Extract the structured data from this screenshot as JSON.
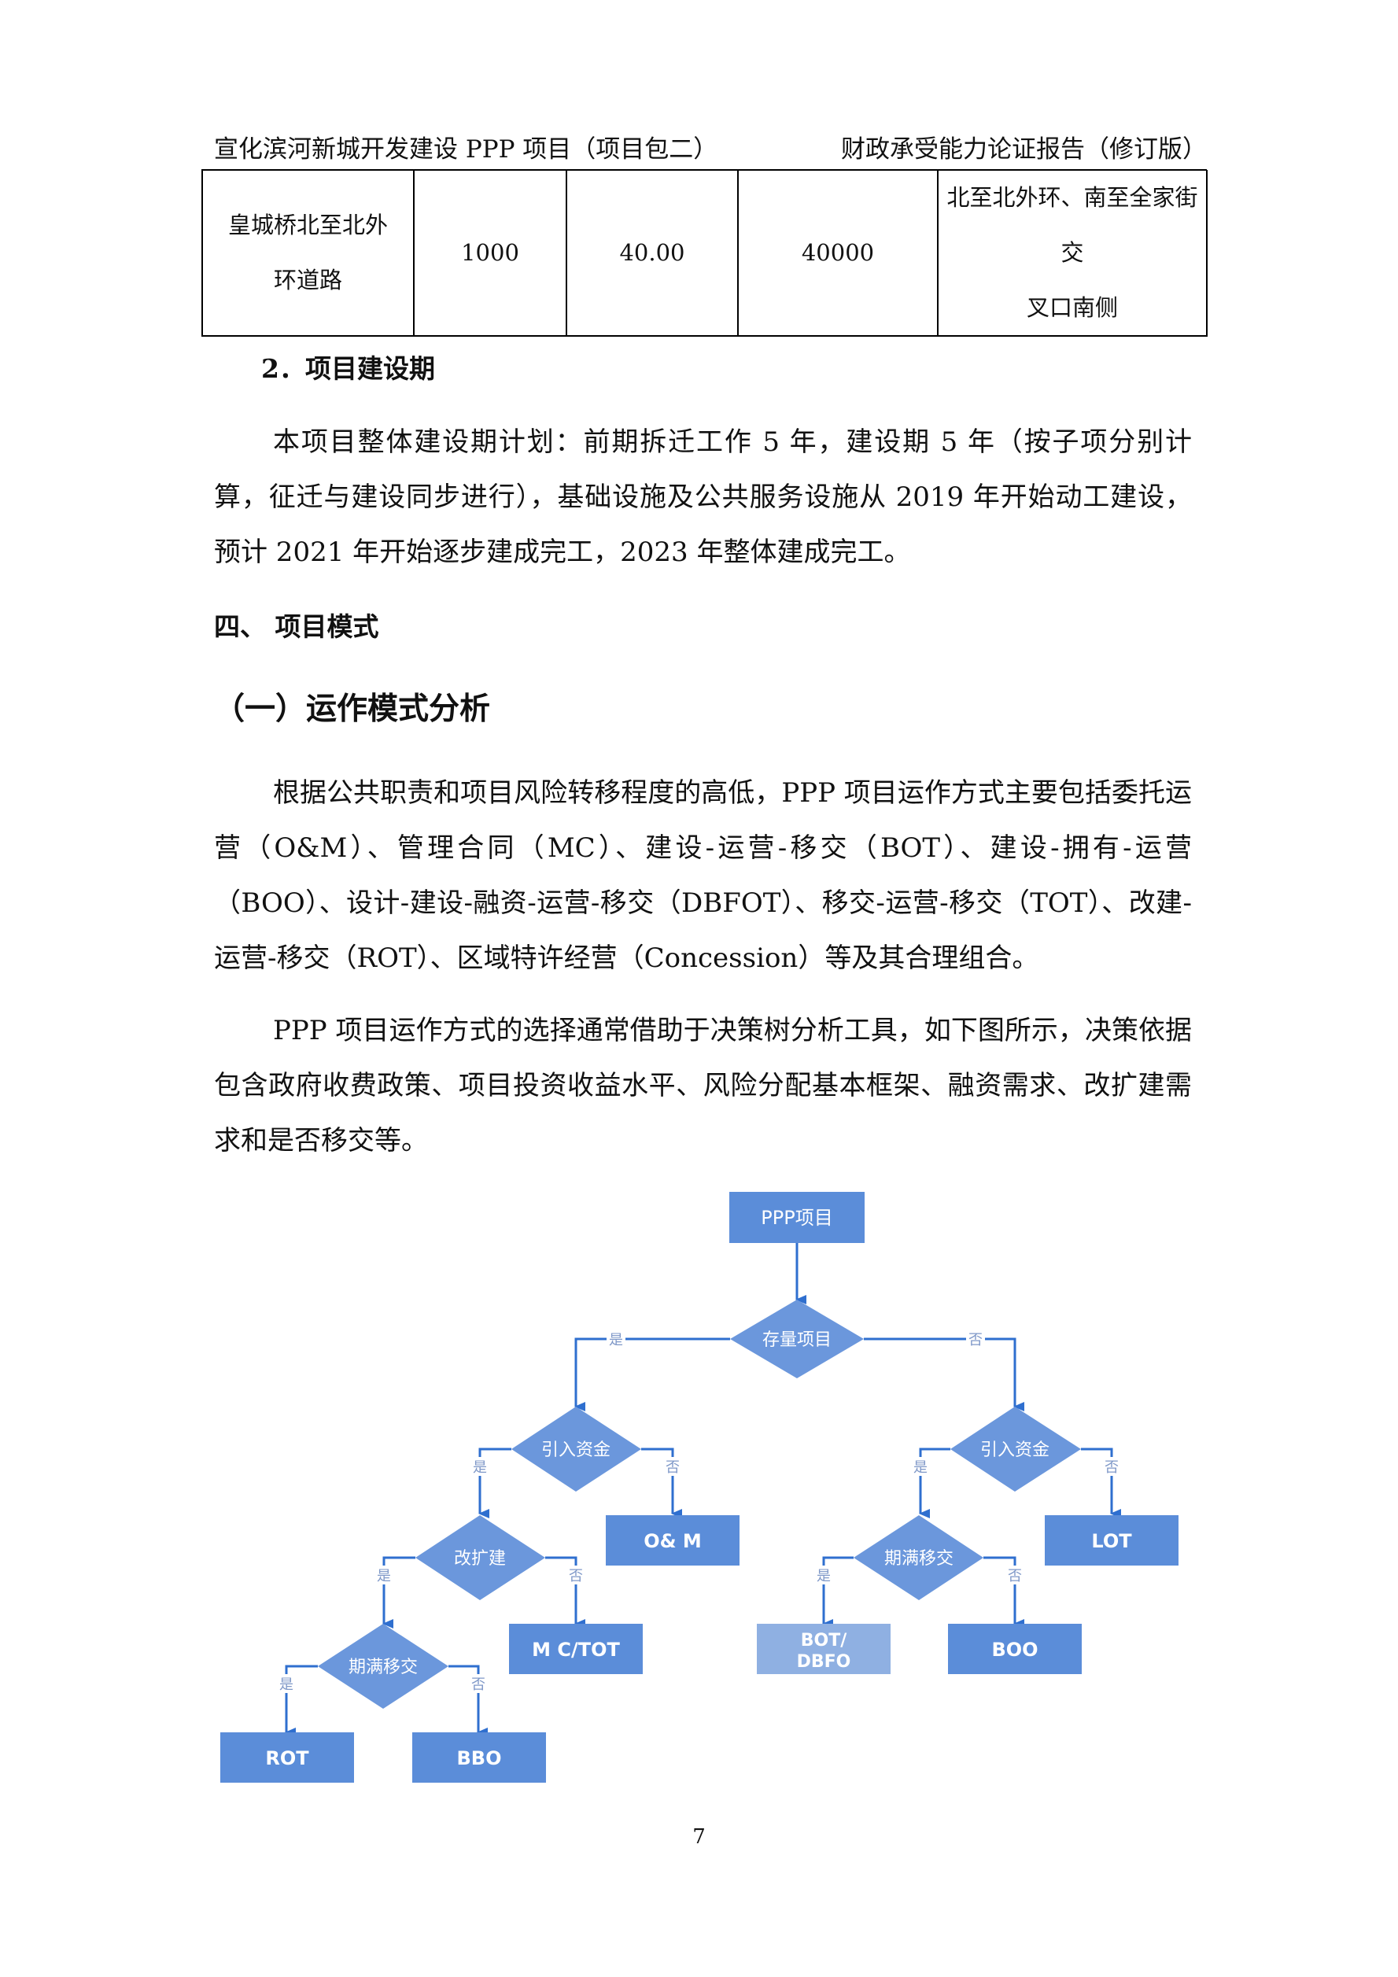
{
  "header": {
    "left": "宣化滨河新城开发建设 PPP 项目（项目包二）",
    "right": "财政承受能力论证报告（修订版）"
  },
  "table_row": {
    "name_line1": "皇城桥北至北外",
    "name_line2": "环道路",
    "col2": "1000",
    "col3": "40.00",
    "col4": "40000",
    "remark_line1": "北至北外环、南至全家街交",
    "remark_line2": "叉口南侧"
  },
  "section_2": {
    "heading": "2．项目建设期",
    "paragraph": "本项目整体建设期计划：前期拆迁工作 5 年，建设期 5 年（按子项分别计算，征迁与建设同步进行），基础设施及公共服务设施从 2019 年开始动工建设，预计 2021 年开始逐步建成完工，2023 年整体建成完工。"
  },
  "section_4": {
    "heading": "四、  项目模式",
    "sub_heading": "（一）运作模式分析",
    "paragraph1": "根据公共职责和项目风险转移程度的高低，PPP 项目运作方式主要包括委托运营（O&M）、管理合同（MC）、建设-运营-移交（BOT）、建设-拥有-运营（BOO）、设计-建设-融资-运营-移交（DBFOT）、移交-运营-移交（TOT）、改建-运营-移交（ROT）、区域特许经营（Concession）等及其合理组合。",
    "paragraph2": "PPP 项目运作方式的选择通常借助于决策树分析工具，如下图所示，决策依据包含政府收费政策、项目投资收益水平、风险分配基本框架、融资需求、改扩建需求和是否移交等。"
  },
  "decision_tree": {
    "root": "PPP项目",
    "existing_project": "存量项目",
    "introduce_funds_left": "引入资金",
    "introduce_funds_right": "引入资金",
    "renovation": "改扩建",
    "transfer_left": "期满移交",
    "transfer_right": "期满移交",
    "om": "O& M",
    "lot": "LOT",
    "mc_tot": "M C/TOT",
    "rot": "ROT",
    "bbo": "BBO",
    "bot_line1": "BOT/",
    "bot_line2": "DBFO",
    "boo": "BOO",
    "yes": "是",
    "no": "否",
    "colors": {
      "box": "#5b8dd9",
      "box_light": "#8fb0e2",
      "diamond": "#6b97dc",
      "arrow": "#2f6fcf",
      "edge_label": "#7f98c8"
    }
  },
  "page_number": "7"
}
